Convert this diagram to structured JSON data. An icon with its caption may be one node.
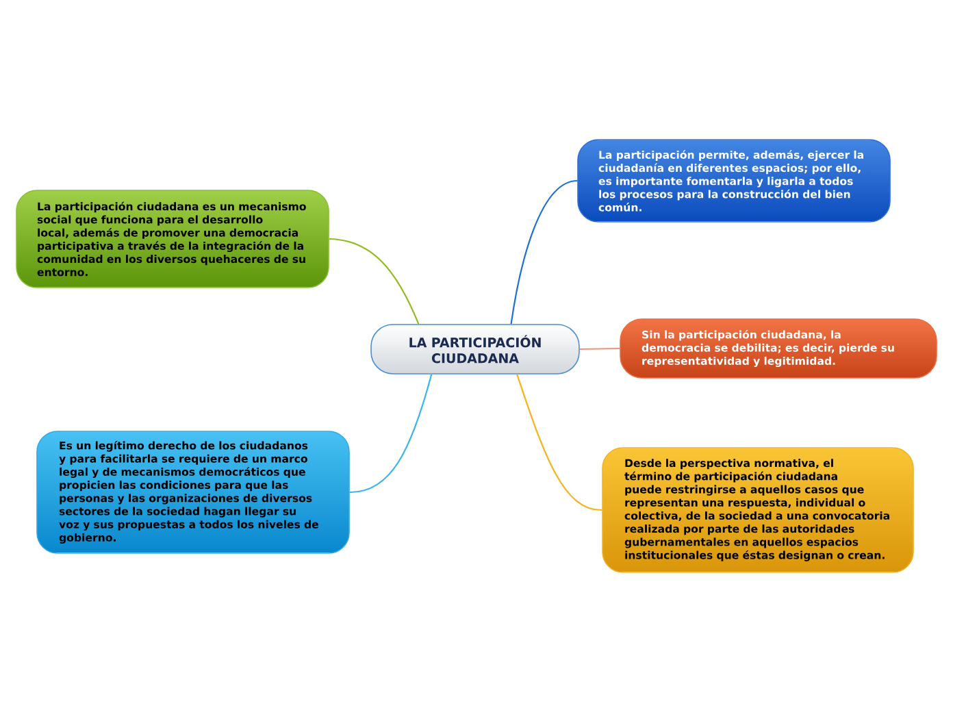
{
  "diagram": {
    "nodes": [
      {
        "text": [
          "La participación permite, además, ejercer la ciudadanía en diferentes espacios; por ello, es importante fomentarla y ligarla a todos los procesos para la construcción del bien común."
        ]
      },
      {
        "text": [
          "La participación ciudadana es un mecanismo social que funciona para el desarrollo local, además de promover una democracia participativa a través de la integración de la comunidad en los diversos quehaceres de su entorno."
        ]
      },
      {
        "text": [
          "LA PARTICIPACIÓN CIUDADANA"
        ]
      },
      {
        "text": [
          "Sin la participación ciudadana, la democracia se debilita; es decir, pierde su representatividad y legitimidad."
        ]
      },
      {
        "text": [
          "Es un legítimo derecho de los ciudadanos y para facilitarla se requiere de un marco legal y de mecanismos democráticos que propicien las condiciones para que las personas y las organizaciones de diversos sectores de la sociedad hagan llegar su voz y sus propuestas a todos los niveles de gobierno."
        ]
      },
      {
        "text": [
          "Desde la perspectiva normativa, el término de participación ciudadana puede restringirse a aquellos casos que representan una respuesta, individual o colectiva, de la sociedad a una convocatoria realizada por parte de las autoridades gubernamentales en aquellos espacios institucionales que éstas designan o crean."
        ]
      }
    ],
    "edges": [
      {
        "from": 2,
        "to": 0,
        "arrow": "none",
        "color": "#1f6fd8"
      },
      {
        "from": 2,
        "to": 1,
        "arrow": "none",
        "color": "#8fbc1e"
      },
      {
        "from": 2,
        "to": 3,
        "arrow": "none",
        "color": "#f29274"
      },
      {
        "from": 2,
        "to": 4,
        "arrow": "none",
        "color": "#3ab4ec"
      },
      {
        "from": 2,
        "to": 5,
        "arrow": "none",
        "color": "#f5b41e"
      }
    ]
  }
}
